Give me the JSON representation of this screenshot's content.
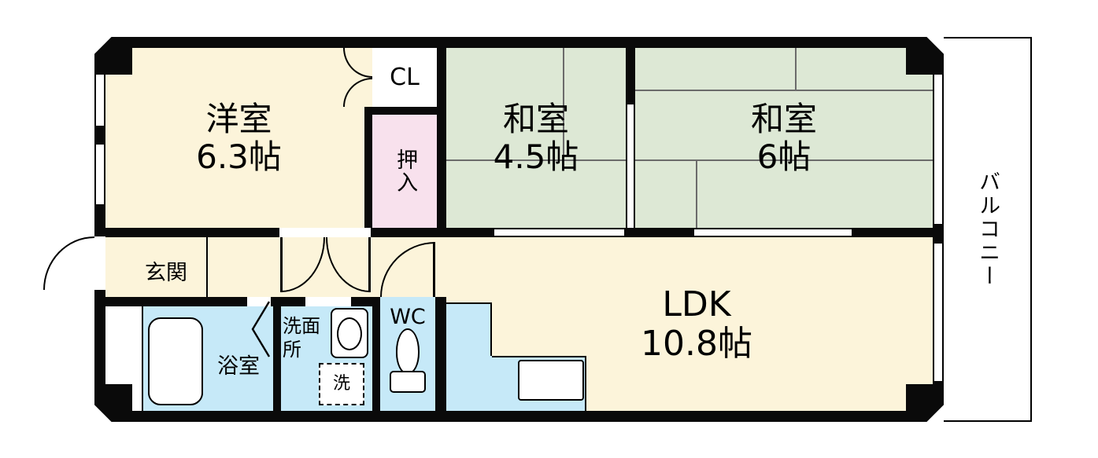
{
  "plan": {
    "colors": {
      "cream": "#fcf4da",
      "green": "#dde8d5",
      "pink": "#f8e1ed",
      "blue": "#c6e9f8",
      "wall": "#0a0a0a",
      "tatami_line": "#6b6b6b",
      "bg": "#ffffff"
    },
    "rooms": {
      "western": {
        "name": "洋室",
        "size": "6.3帖"
      },
      "closet": {
        "label": "CL"
      },
      "oshiire": {
        "label": "押入"
      },
      "washitsu_small": {
        "name": "和室",
        "size": "4.5帖"
      },
      "washitsu_large": {
        "name": "和室",
        "size": "6帖"
      },
      "balcony": {
        "label": "バルコニー"
      },
      "entrance": {
        "label": "玄関"
      },
      "bathroom": {
        "label": "浴室"
      },
      "washroom": {
        "label": "洗面所"
      },
      "washer": {
        "label": "洗"
      },
      "toilet": {
        "label": "WC"
      },
      "ldk": {
        "name": "LDK",
        "size": "10.8帖"
      }
    }
  }
}
